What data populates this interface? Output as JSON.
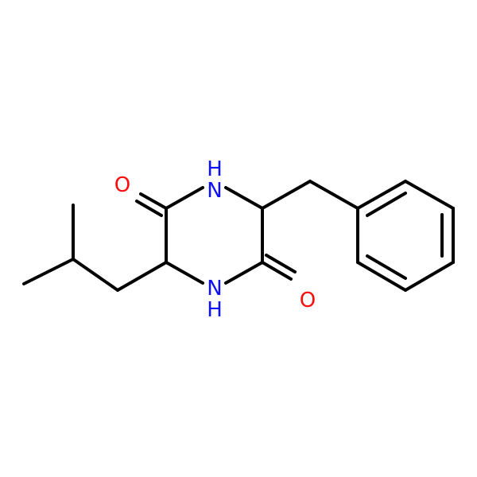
{
  "molecule": {
    "atoms": {
      "o_left": {
        "text": "O",
        "color": "#ff0d0d"
      },
      "nh_top": {
        "text": "H",
        "sub": "N",
        "color": "#0d0dff"
      },
      "nh_bottom": {
        "text": "N",
        "sub": "H",
        "color": "#0d0dff"
      },
      "o_right": {
        "text": "O",
        "color": "#ff0d0d"
      }
    },
    "bond_color": "#000000",
    "background": "#ffffff"
  }
}
